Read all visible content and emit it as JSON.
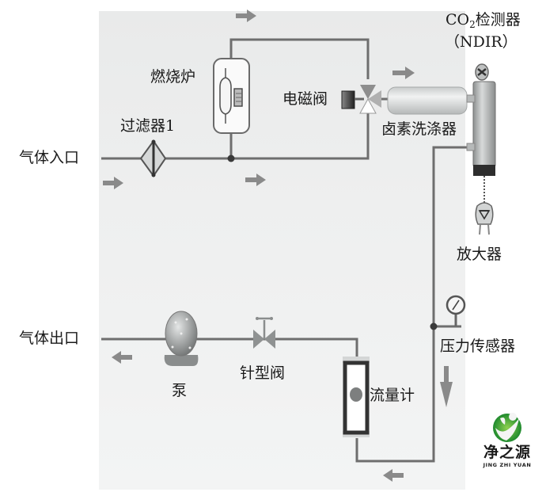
{
  "diagram": {
    "title": "",
    "labels": {
      "gas_inlet": "气体入口",
      "gas_outlet": "气体出口",
      "filter": "过滤器1",
      "furnace": "燃烧炉",
      "solenoid_valve": "电磁阀",
      "halogen_scrubber": "卤素洗涤器",
      "co2_detector_prefix": "CO",
      "co2_detector_sub": "2",
      "co2_detector_suffix": "检测器",
      "co2_detector_type": "（NDIR）",
      "amplifier": "放大器",
      "pressure_sensor": "压力传感器",
      "flowmeter": "流量计",
      "needle_valve": "针型阀",
      "pump": "泵"
    },
    "nodes": [
      {
        "id": "gas_inlet",
        "type": "terminal"
      },
      {
        "id": "filter",
        "type": "filter"
      },
      {
        "id": "furnace",
        "type": "furnace"
      },
      {
        "id": "solenoid_valve",
        "type": "three-way-valve"
      },
      {
        "id": "halogen_scrubber",
        "type": "scrubber"
      },
      {
        "id": "co2_detector",
        "type": "ndir-detector"
      },
      {
        "id": "amplifier",
        "type": "amplifier"
      },
      {
        "id": "pressure_sensor",
        "type": "gauge"
      },
      {
        "id": "flowmeter",
        "type": "flowmeter"
      },
      {
        "id": "needle_valve",
        "type": "needle-valve"
      },
      {
        "id": "pump",
        "type": "pump"
      },
      {
        "id": "gas_outlet",
        "type": "terminal"
      }
    ],
    "edges": [
      {
        "from": "gas_inlet",
        "to": "filter"
      },
      {
        "from": "filter",
        "to": "furnace"
      },
      {
        "from": "filter",
        "to": "solenoid_valve",
        "note": "bypass line"
      },
      {
        "from": "furnace",
        "to": "solenoid_valve"
      },
      {
        "from": "solenoid_valve",
        "to": "halogen_scrubber"
      },
      {
        "from": "halogen_scrubber",
        "to": "co2_detector"
      },
      {
        "from": "co2_detector",
        "to": "amplifier",
        "style": "dotted"
      },
      {
        "from": "co2_detector",
        "to": "pressure_sensor"
      },
      {
        "from": "pressure_sensor",
        "to": "flowmeter"
      },
      {
        "from": "flowmeter",
        "to": "needle_valve"
      },
      {
        "from": "needle_valve",
        "to": "pump"
      },
      {
        "from": "pump",
        "to": "gas_outlet"
      }
    ],
    "colors": {
      "panel_bg": "#eeefef",
      "pipe": "#6e6e6e",
      "arrow": "#8a8a8a",
      "label_text": "#1a1a1a",
      "logo_green": "#3aa63a"
    }
  },
  "logo": {
    "name_cn": "净之源",
    "name_en": "JING ZHI YUAN"
  }
}
